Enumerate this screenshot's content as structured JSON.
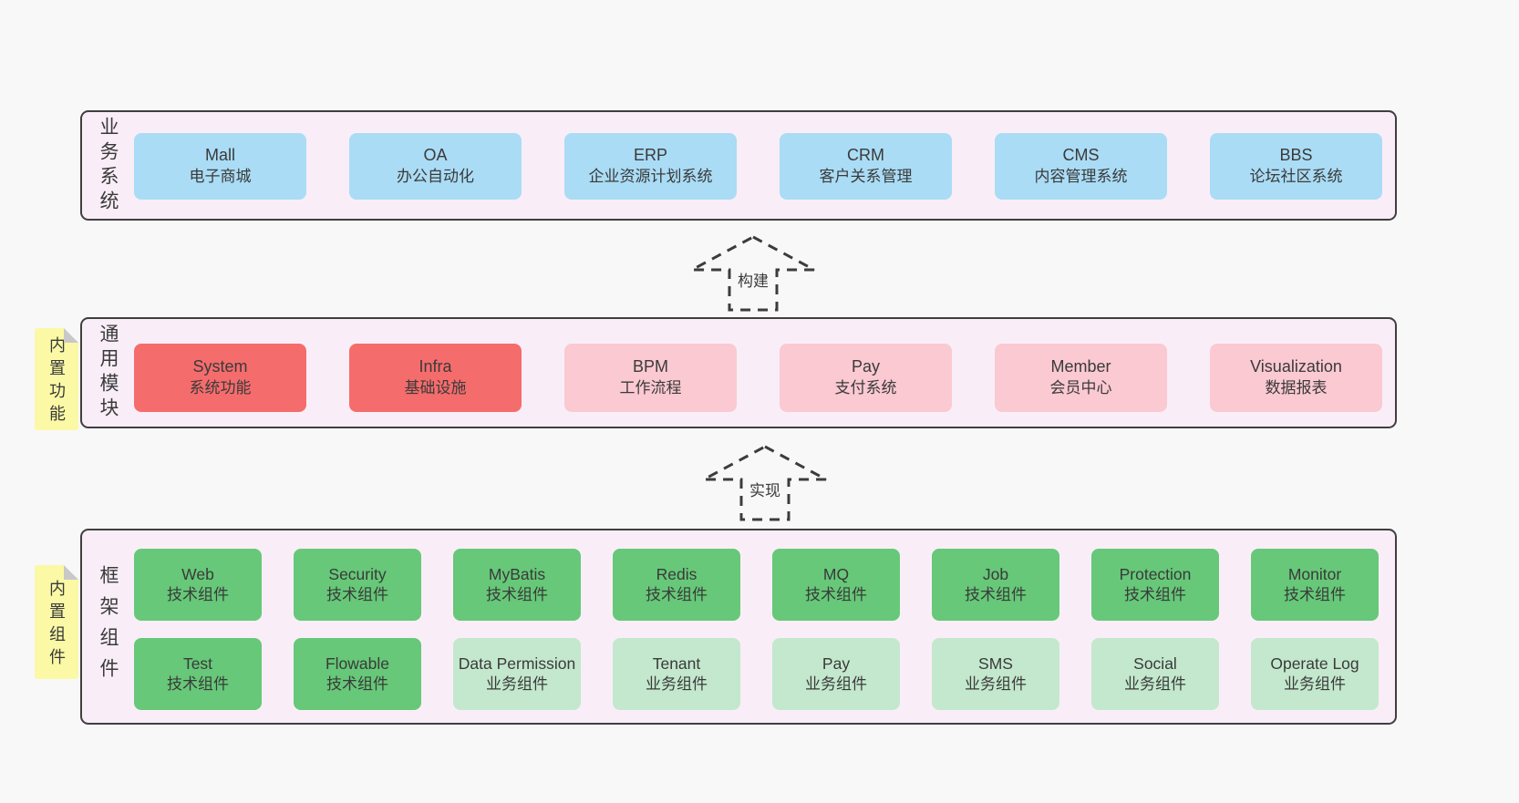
{
  "colors": {
    "page_bg": "#f8f8f8",
    "layer_bg": "#f9eef7",
    "layer_border": "#3f3f3f",
    "blue_box": "#aadcf5",
    "red_box": "#f56c6c",
    "pink_box": "#fbc9d2",
    "green_box": "#66c878",
    "lightgreen_box": "#c3e8cd",
    "note_yellow": "#fbf9a5",
    "text": "#3a3a3a"
  },
  "arrows": [
    {
      "label": "构建"
    },
    {
      "label": "实现"
    }
  ],
  "layers": [
    {
      "id": "business-systems",
      "label": "业务系统",
      "boxes": [
        {
          "title": "Mall",
          "subtitle": "电子商城",
          "variant": "blue"
        },
        {
          "title": "OA",
          "subtitle": "办公自动化",
          "variant": "blue"
        },
        {
          "title": "ERP",
          "subtitle": "企业资源计划系统",
          "variant": "blue"
        },
        {
          "title": "CRM",
          "subtitle": "客户关系管理",
          "variant": "blue"
        },
        {
          "title": "CMS",
          "subtitle": "内容管理系统",
          "variant": "blue"
        },
        {
          "title": "BBS",
          "subtitle": "论坛社区系统",
          "variant": "blue"
        }
      ]
    },
    {
      "id": "common-modules",
      "label": "通用模块",
      "note": "内置功能",
      "boxes": [
        {
          "title": "System",
          "subtitle": "系统功能",
          "variant": "red"
        },
        {
          "title": "Infra",
          "subtitle": "基础设施",
          "variant": "red"
        },
        {
          "title": "BPM",
          "subtitle": "工作流程",
          "variant": "pink"
        },
        {
          "title": "Pay",
          "subtitle": "支付系统",
          "variant": "pink"
        },
        {
          "title": "Member",
          "subtitle": "会员中心",
          "variant": "pink"
        },
        {
          "title": "Visualization",
          "subtitle": "数据报表",
          "variant": "pink"
        }
      ]
    },
    {
      "id": "framework-components",
      "label": "框架组件",
      "note": "内置组件",
      "rows": [
        [
          {
            "title": "Web",
            "subtitle": "技术组件",
            "variant": "green"
          },
          {
            "title": "Security",
            "subtitle": "技术组件",
            "variant": "green"
          },
          {
            "title": "MyBatis",
            "subtitle": "技术组件",
            "variant": "green"
          },
          {
            "title": "Redis",
            "subtitle": "技术组件",
            "variant": "green"
          },
          {
            "title": "MQ",
            "subtitle": "技术组件",
            "variant": "green"
          },
          {
            "title": "Job",
            "subtitle": "技术组件",
            "variant": "green"
          },
          {
            "title": "Protection",
            "subtitle": "技术组件",
            "variant": "green"
          },
          {
            "title": "Monitor",
            "subtitle": "技术组件",
            "variant": "green"
          }
        ],
        [
          {
            "title": "Test",
            "subtitle": "技术组件",
            "variant": "green"
          },
          {
            "title": "Flowable",
            "subtitle": "技术组件",
            "variant": "green"
          },
          {
            "title": "Data Permission",
            "subtitle": "业务组件",
            "variant": "lightgreen"
          },
          {
            "title": "Tenant",
            "subtitle": "业务组件",
            "variant": "lightgreen"
          },
          {
            "title": "Pay",
            "subtitle": "业务组件",
            "variant": "lightgreen"
          },
          {
            "title": "SMS",
            "subtitle": "业务组件",
            "variant": "lightgreen"
          },
          {
            "title": "Social",
            "subtitle": "业务组件",
            "variant": "lightgreen"
          },
          {
            "title": "Operate Log",
            "subtitle": "业务组件",
            "variant": "lightgreen"
          }
        ]
      ]
    }
  ]
}
